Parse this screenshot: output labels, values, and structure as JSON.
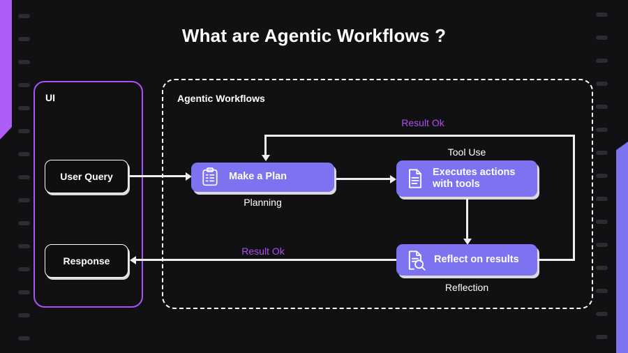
{
  "slide": {
    "title": "What are Agentic Workflows ?",
    "background_color": "#111113",
    "accent_purple": "#7d72f0",
    "accent_magenta": "#a855f7",
    "label_purple": "#b04df0"
  },
  "ui_panel": {
    "label": "UI",
    "boxes": [
      {
        "name": "user-query",
        "label": "User Query"
      },
      {
        "name": "response",
        "label": "Response"
      }
    ]
  },
  "workflow_panel": {
    "label": "Agentic Workflows",
    "steps": [
      {
        "name": "make-a-plan",
        "label": "Make a Plan",
        "icon": "clipboard-checklist-icon",
        "caption": "Planning",
        "caption_position": "below"
      },
      {
        "name": "executes-actions",
        "label": "Executes actions with tools",
        "icon": "document-icon",
        "caption": "Tool Use",
        "caption_position": "above"
      },
      {
        "name": "reflect-on-results",
        "label": "Reflect on results",
        "icon": "document-search-icon",
        "caption": "Reflection",
        "caption_position": "below"
      }
    ],
    "edge_labels": [
      {
        "name": "result-ok-top",
        "label": "Result Ok"
      },
      {
        "name": "result-ok-bottom",
        "label": "Result Ok"
      }
    ]
  },
  "decorations": {
    "left_bar_color": "#ad5cf5",
    "right_bar_color": "#7d72f0",
    "dash_color": "#2b2b30"
  }
}
